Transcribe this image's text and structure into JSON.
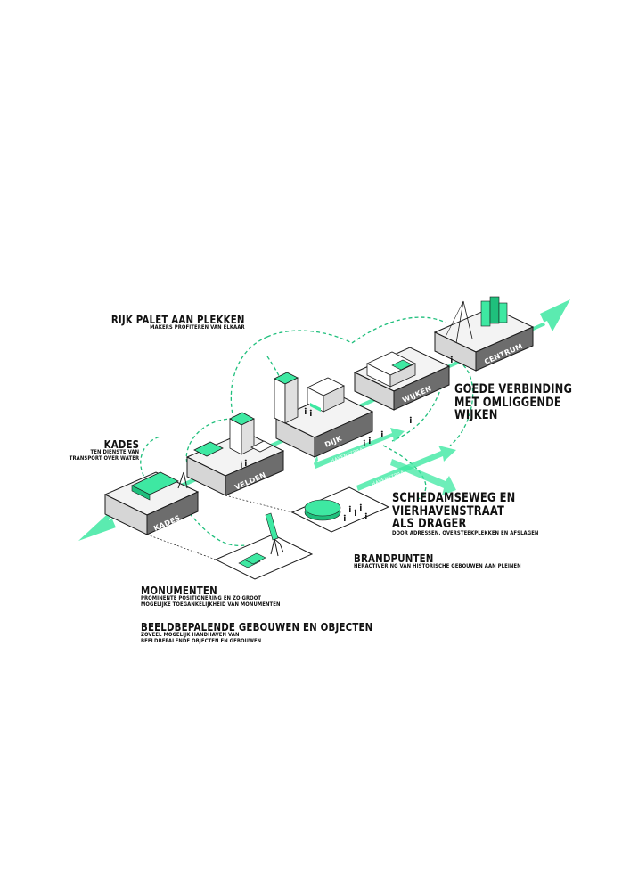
{
  "colors": {
    "accent": "#3ee8a2",
    "accent_dark": "#1fbf7c",
    "outline": "#1a1a1a",
    "block_side": "#6d6d6d"
  },
  "blocks": {
    "kades": "KADES",
    "velden": "VELDEN",
    "dijk": "DIJK",
    "wijken": "WIJKEN",
    "centrum": "CENTRUM"
  },
  "streets": {
    "havenstraat": "HAVENSTRAAT",
    "havenstraat_2": "HAVENSTRAAT"
  },
  "annotations": {
    "rijk_palet": {
      "title": "RIJK PALET AAN PLEKKEN",
      "sub": "MAKERS PROFITEREN VAN ELKAAR"
    },
    "kades": {
      "title": "KADES",
      "sub1": "TEN DIENSTE VAN",
      "sub2": "TRANSPORT OVER WATER"
    },
    "goede_verbinding": {
      "line1": "GOEDE VERBINDING",
      "line2": "MET OMLIGGENDE",
      "line3": "WIJKEN"
    },
    "schiedamseweg": {
      "line1": "SCHIEDAMSEWEG EN",
      "line2": "VIERHAVENSTRAAT",
      "line3": "ALS DRAGER",
      "sub": "DOOR ADRESSEN, OVERSTEEKPLEKKEN EN AFSLAGEN"
    },
    "brandpunten": {
      "title": "BRANDPUNTEN",
      "sub": "HERACTIVERING VAN HISTORISCHE GEBOUWEN AAN PLEINEN"
    },
    "monumenten": {
      "title": "MONUMENTEN",
      "sub1": "PROMINENTE POSITIONERING EN ZO GROOT",
      "sub2": "MOGELIJKE TOEGANKELIJKHEID VAN MONUMENTEN"
    },
    "beeldbepalende": {
      "title": "BEELDBEPALENDE GEBOUWEN EN OBJECTEN",
      "sub1": "ZOVEEL MOGELIJK HANDHAVEN VAN",
      "sub2": "BEELDBEPALENDE OBJECTEN EN GEBOUWEN"
    }
  }
}
